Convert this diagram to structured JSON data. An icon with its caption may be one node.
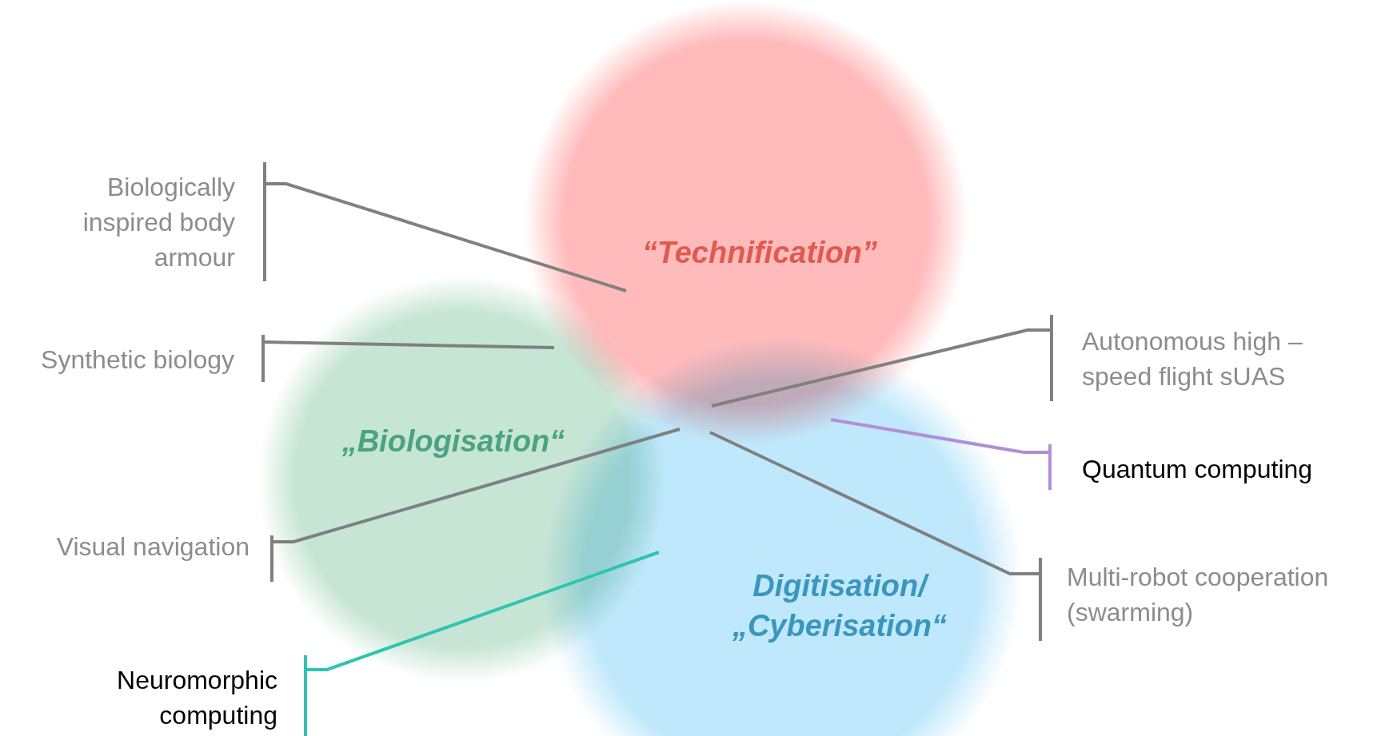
{
  "diagram": {
    "nodes": [
      {
        "text": [
          "Biologically inspired body armour"
        ]
      },
      {
        "text": [
          "“Technification”"
        ]
      },
      {
        "text": [
          "Autonomous high – speed flight sUAS"
        ]
      },
      {
        "text": [
          "Synthetic biology"
        ]
      },
      {
        "text": [
          "„Biologisation“"
        ]
      },
      {
        "text": [
          "Quantum computing"
        ]
      },
      {
        "text": [
          "Visual navigation"
        ]
      },
      {
        "text": [
          "Multi-robot cooperation (swarming)"
        ]
      },
      {
        "text": [
          "Digitisation/ „Cyberisation“"
        ]
      },
      {
        "text": [
          "Neuromorphic computing"
        ]
      }
    ],
    "edges": [
      {
        "from": 0,
        "to": 4,
        "arrow": "none"
      },
      {
        "from": 2,
        "to": 1,
        "arrow": "none"
      },
      {
        "from": 3,
        "to": 4,
        "arrow": "none"
      },
      {
        "from": 5,
        "to": 1,
        "arrow": "none",
        "color": "#b08fd8"
      },
      {
        "from": 6,
        "to": 1,
        "arrow": "none"
      },
      {
        "from": 7,
        "to": 1,
        "arrow": "none"
      },
      {
        "from": 9,
        "to": 4,
        "arrow": "none",
        "color": "#2ec4b0"
      }
    ]
  }
}
